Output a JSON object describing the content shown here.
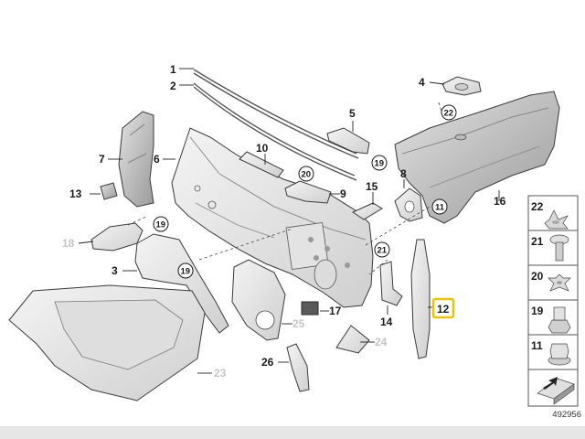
{
  "callouts": {
    "p1": "1",
    "p2": "2",
    "p3": "3",
    "p4": "4",
    "p5": "5",
    "p6": "6",
    "p7": "7",
    "p8": "8",
    "p9": "9",
    "p10": "10",
    "p12": "12",
    "p13": "13",
    "p14": "14",
    "p15": "15",
    "p16": "16",
    "p17": "17",
    "p18": "18",
    "p23": "23",
    "p24": "24",
    "p25": "25",
    "p26": "26"
  },
  "circled_refs": {
    "r11": "11",
    "r19a": "19",
    "r19b": "19",
    "r19c": "19",
    "r20": "20",
    "r21": "21",
    "r22": "22"
  },
  "highlighted_part": "12",
  "legend": [
    {
      "number": "22",
      "icon": "push-rivet-clip-icon"
    },
    {
      "number": "21",
      "icon": "expanding-rivet-icon"
    },
    {
      "number": "20",
      "icon": "star-clip-icon"
    },
    {
      "number": "19",
      "icon": "hex-collar-nut-icon"
    },
    {
      "number": "11",
      "icon": "hex-flange-nut-icon"
    },
    {
      "number": "",
      "icon": "arrow-gasket-icon"
    }
  ],
  "doc_number": "492956",
  "colors": {
    "highlight": "#f2c200",
    "part_fill": "#e9e9e9",
    "line": "#3a3a3a",
    "grey_label": "#c4c4c4"
  }
}
